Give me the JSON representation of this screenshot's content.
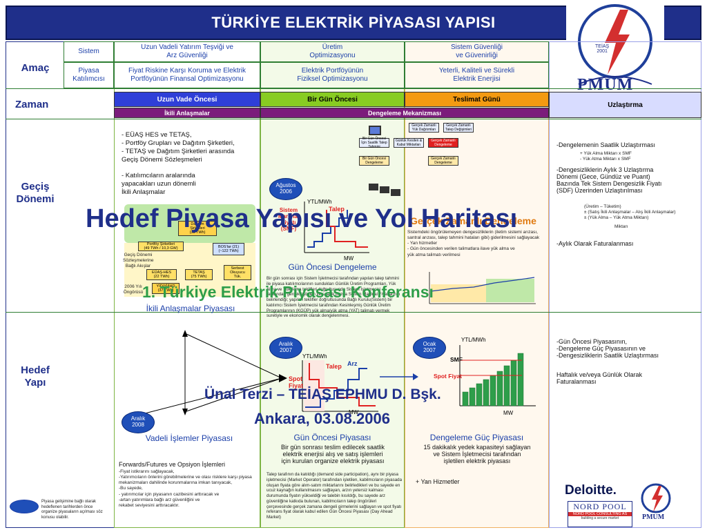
{
  "title": "TÜRKİYE ELEKTRİK PİYASASI YAPISI",
  "rows": {
    "amac": "Amaç",
    "zaman": "Zaman",
    "gecis": "Geçiş\nDönemi",
    "hedef": "Hedef\nYapı"
  },
  "amac": {
    "sistem_label": "Sistem",
    "katilimci_label": "Piyasa\nKatılımcısı",
    "sistem": [
      "Uzun Vadeli Yatırım Teşviği ve\nArz Güvenliği",
      "Üretim\nOptimizasyonu",
      "Sistem Güvenliği\nve Güvenirliği"
    ],
    "katilimci": [
      "Fiyat Riskine Karşı Koruma ve Elektrik\nPortföyünün Finansal Optimizasyonu",
      "Elektrik Portföyünün\nFiziksel Optimizasyonu",
      "Yeterli, Kaliteli ve Sürekli\nElektrik Enerjisi"
    ]
  },
  "zaman": {
    "uzun_vade": "Uzun Vade Öncesi",
    "bir_gun": "Bir Gün Öncesi",
    "teslimat": "Teslimat  Günü",
    "uzlastirma": "Uzlaştırma",
    "ikili": "İkili Anlaşmalar",
    "dengeleme": "Dengeleme Mekanizması"
  },
  "gecis": {
    "col1_text": "- EÜAŞ HES ve TETAŞ,\n- Portföy Grupları ve Dağıtım Şirketleri,\n- TETAŞ ve Dağıtım Şirketleri arasında\nGeçiş Dönemi Sözleşmeleri\n\n- Katılımcıların aralarında\nyapacakları uzun dönemli\nİkili Anlaşmalar",
    "col1_caption": "İkili Anlaşmalar Piyasası",
    "diagram_labels": [
      "Portföy Şirketleri\n(49 TWh / 10,3 GW)",
      "EÜAŞ-HES\n(22 TWh)",
      "TETAŞ\n(75 TWh)",
      "Serbest\nOkuyucu\nTük.",
      "YİD/Yİ/İHD\n(37 TWh)",
      "Dağıtım\nŞirketleri\n(33 TWh)",
      "BOS'lar (21)\n(~122 TWh)",
      "Geçiş Dönemi\nSözleşmelerine\nBağlı Akışlar",
      "2006 Yılı\nÖngörüsü"
    ],
    "col2_badge": "Ağustos\n2006",
    "col2_axis_y": "YTL/MWh",
    "col2_axis_x": "MW",
    "col2_talep": "Talep",
    "col2_smf": "Sistem\nMarjinal\nFiyatı\n(SMF)",
    "col2_caption": "Gün Öncesi Dengeleme",
    "col2_text": "Bir gün sonrası için Sistem İşletmecisi tarafından yapılan talep tahmini ile piyasa katılımcılarının sundukları Günlük Üretim Programları, Yük Alma ve Yük Atma teklifleri doğrultusunda Sistem İşletmecisi tarafından gerçekleştirilen ve saatlik bazda Sistem Marjinal Fiyatlarının belirlendiği; yapılan teklifler doğrultusunda Bağlı Kurulu(Sistem) bir katılımcı Sistem İşletmecisi tarafından Kesinleşmiş Günlük Üretim Programlarının (KGÜP) yük alma/yük atma (YAT) talimatı vermek suretiyle ve ekonomik olarak dengelenmesi.",
    "col3_flow_boxes": [
      "Gerçek Zamanlı Yük\nDağıtımları",
      "Gerçek Zamanlı\nTalep Değişimleri",
      "Bir Gün Öncesi İçin\nSaatlik Talep Tahmini",
      "Günlük Kesilen &\nKabul Miktarları",
      "Gerçek Zamanlı\nDengeleme",
      "Bir Gün Öncesi\nDengeleme",
      "Gerçek Zamanlı\nDengeleme"
    ],
    "col3_title": "Gerçek Zamanlı Dengeleme",
    "col3_text": "Sistemdeki öngörülemeyen dengesizliklerin (iletim sistemi arızası, santral arızası, talep tahmini hataları gibi) giderilmesini sağlayacak\n- Yan hizmetler\n- Gün öncesinden verilen talimatlara ilave yük alma ve\nyük atma talimatı verilmesi",
    "col4_text1": "-Dengelemenin Saatlik Uzlaştırması",
    "col4_sub1": "+ Yük Alma Miktarı x SMF\n-  Yük Atma Miktarı x SMF",
    "col4_text2": "-Dengesizliklerin Aylık 3 Uzlaştırma\nDönemi (Gece, Gündüz ve Puant)\nBazında Tek Sistem Dengesizlik Fiyatı\n(SDF) Üzerinden Uzlaştırılması",
    "col4_sub2": "(Üretim – Tüketim)\n± (Satış İkili Anlaşmalar – Alış İkili Anlaşmalar)\n± (Yük Alma – Yük Atma Miktarı)",
    "col4_sub3": "Miktarı",
    "col4_text3": "-Aylık Olarak Faturalanması"
  },
  "hedef": {
    "badge_2008": "Aralık\n2008",
    "col1_caption": "Vadeli İşlemler Piyasası",
    "col1_heading": "Forwards/Futures ve Opsiyon İşlemleri",
    "col1_text": "-Fiyat istikrarını sağlayacak,\n-Yatırımcıların önlerini görebilmelerine ve olası risklere karşı piyasa mekanizmaları dahilinde korunmalarına imkan tanıyacak,\n-Bu sayede,\n            - yatırımcılar için piyasanın cazibesini arttıracak ve\n            -artan yatırımlara bağlı arz güvenliğini ve\nrekabet seviyesini arttıracaktır.",
    "legend_text": "Piyasa gelişimine bağlı olarak hedeflenen tarihlerden önce organize piyasaların açılması söz konusu olabilir.",
    "col2_badge": "Aralık\n2007",
    "col2_axis_y": "YTL/MWh",
    "col2_axis_x": "MW",
    "col2_talep": "Talep",
    "col2_arz": "Arz",
    "col2_spot": "Spot\nFiyat",
    "col2_caption": "Gün Öncesi Piyasası",
    "col2_subcaption": "Bir gün sonrası teslim edilecek saatlik\nelektrik enerjisi alış ve satış işlemleri\niçin kurulan organize elektrik piyasası",
    "col2_text": "Talep tarafının da katıldığı (demand side participation), aynı bir piyasa işletmecisi (Market Operator) tarafından işletilen, kabilmcıların piyasada oluşan fiyata göre alım-satım miktarlarını belirledikleri ve bu sayede en ucuz kaynağın kullanılmasını sağlayan, arzın yetersiz kalması durumunda fiyatın yükseldiği ve talebin kısıldığı, bu sayede arz güvenliğine katkıda bulunan, kabilmcıların talep öngörüleri çerçevesinde gerçek zamana dengeli girmelerini sağlayan ve spot fiyatı referans fiyat olarak kabul edilen Gün Öncesi Piyasası (Day Ahead Market)",
    "col3_badge": "Ocak\n2007",
    "col3_axis_y": "YTL/MWh",
    "col3_axis_x": "MW",
    "col3_smf": "SMF",
    "col3_spot": "Spot Fiyat",
    "col3_caption": "Dengeleme Güç Piyasası",
    "col3_subcaption": "15 dakikalık yedek kapasiteyi sağlayan\nve Sistem İşletmecisi tarafından\nişletilen elektrik piyasası",
    "col3_text": "+ Yan Hizmetler",
    "col4_text1": "-Gün Öncesi Piyasasının,\n-Dengeleme Güç Piyasasının ve\n-Dengesizliklerin Saatlik Uzlaştırması",
    "col4_text2": "Haftalık ve/veya Günlük Olarak\nFaturalanması"
  },
  "overlay": {
    "headline": "Hedef Piyasa Yapısı ve Yol Haritası",
    "conference": "1. Türkiye Elektrik Piyasası Konferansı",
    "speaker": "Ünal Terzi – TEİAŞ EPHMU D. Bşk.",
    "place_date": "Ankara, 03.08.2006"
  },
  "logos": {
    "teias_text": "TEİAŞ\n2001",
    "pmum_text": "PMUM",
    "deloitte": "Deloitte.",
    "nordpool": "NORD POOL",
    "nordpool_sub": "NORD POOL CONSULTING AS",
    "nordpool_tag": "building a secure market"
  },
  "colors": {
    "title_bg": "#1f2f8a",
    "uzun_vade": "#2f3fd8",
    "bir_gun": "#88cc22",
    "teslimat": "#f39a12",
    "uzlastirma": "#d8dcff",
    "ikili": "#7b1c7b",
    "dengeleme": "#7b1c7b"
  }
}
